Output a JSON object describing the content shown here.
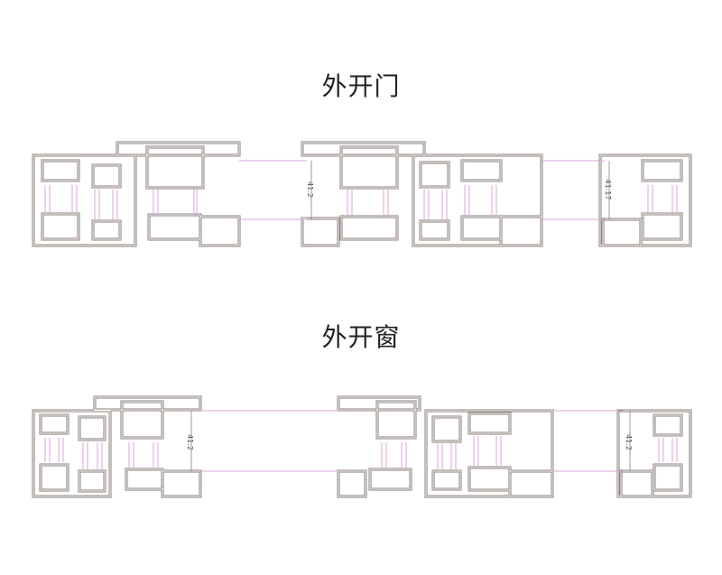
{
  "sections": [
    {
      "title": "外开门",
      "dimensions": [
        "41.2",
        "41.17"
      ]
    },
    {
      "title": "外开窗",
      "dimensions": [
        "41.2",
        "41.2"
      ]
    }
  ],
  "colors": {
    "profile": "#8a7f78",
    "glass_lines": "#d8a4d8"
  }
}
